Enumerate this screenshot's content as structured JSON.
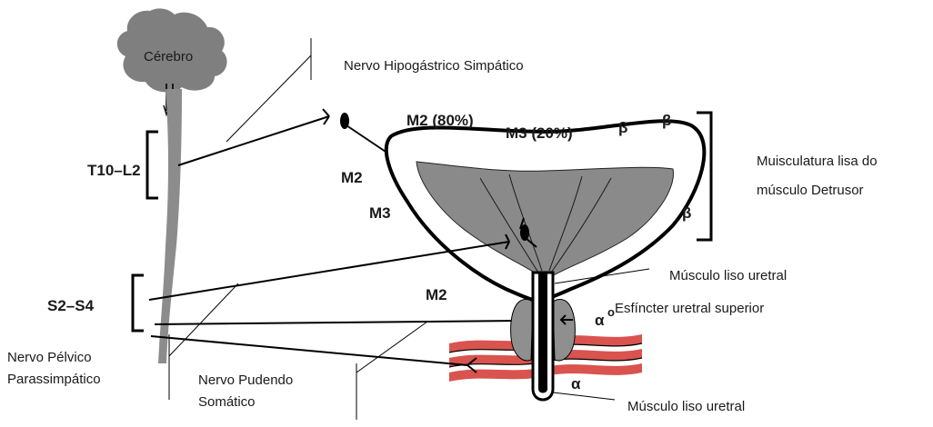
{
  "labels": {
    "brain": "Cérebro",
    "hypogastric": "Nervo Hipogástrico Simpático",
    "t10_l2": "T10–L2",
    "s2_s4": "S2–S4",
    "pelvic_1": "Nervo Pélvico",
    "pelvic_2": "Parassimpático",
    "pudendal_1": "Nervo Pudendo",
    "pudendal_2": "Somático",
    "m2_80": "M2 (80%)",
    "m3_20": "M3 (20%)",
    "beta_1": "β",
    "beta_2": "β",
    "beta_3": "β",
    "m2_left": "M2",
    "m3_left": "M3",
    "m2_lower": "M2",
    "alpha_upper": "α",
    "alpha_lower": "α",
    "detrusor_1": "Muisculatura lisa  do",
    "detrusor_2": "músculo Detrusor",
    "smooth_upper": "Músculo liso uretral",
    "sphincter": "Esfíncter uretral superior",
    "smooth_lower": "Músculo liso uretral"
  },
  "colors": {
    "outline": "#000000",
    "cord": "#8c8c8c",
    "brain": "#7f7f7f",
    "bladder_inner": "#8a8a8a",
    "sphincter": "#8f8f8f",
    "muscle": "#d9534f"
  }
}
